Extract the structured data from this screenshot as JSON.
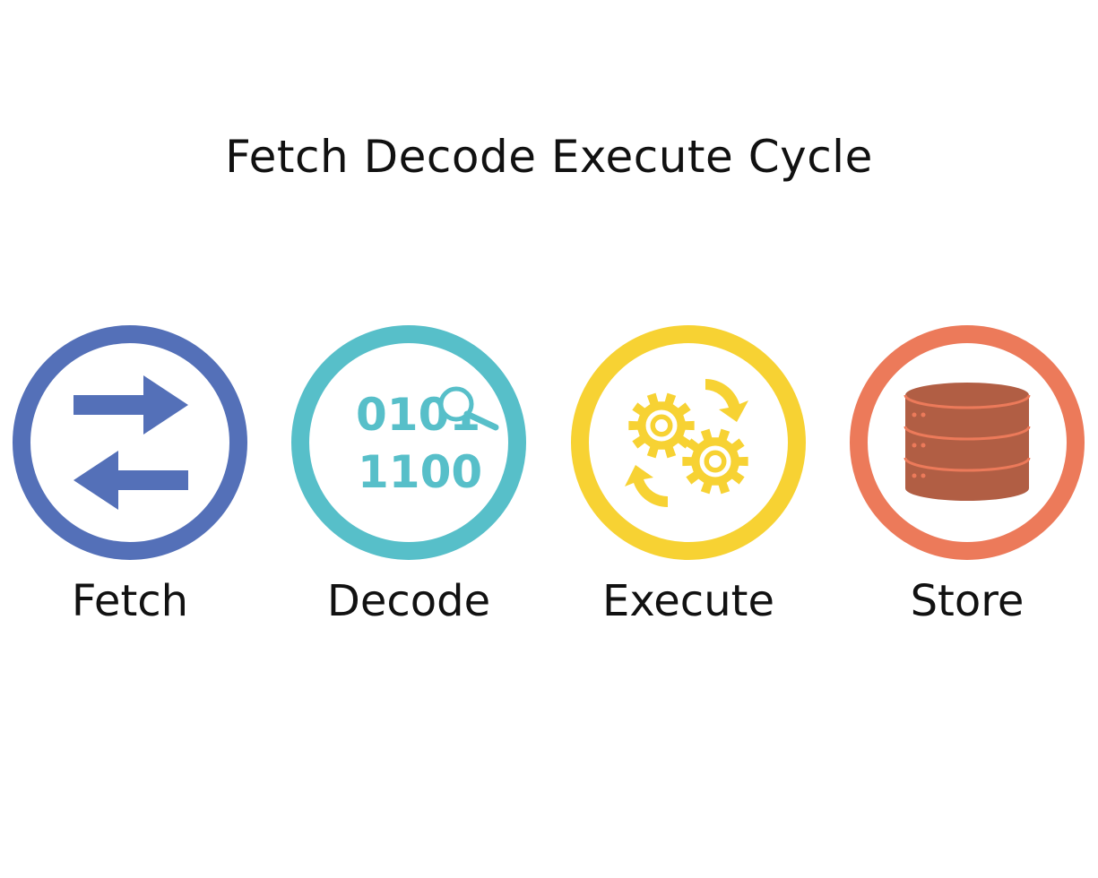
{
  "title": "Fetch Decode Execute Cycle",
  "steps": [
    {
      "label": "Fetch",
      "icon": "exchange-arrows-icon",
      "color": "#5470B8"
    },
    {
      "label": "Decode",
      "icon": "binary-magnifier-icon",
      "color": "#57BFC9",
      "binary_lines": [
        "0101",
        "1100"
      ]
    },
    {
      "label": "Execute",
      "icon": "gears-cycle-icon",
      "color": "#F7D233"
    },
    {
      "label": "Store",
      "icon": "database-icon",
      "color": "#EC7A5A",
      "accent": "#B15E44"
    }
  ]
}
